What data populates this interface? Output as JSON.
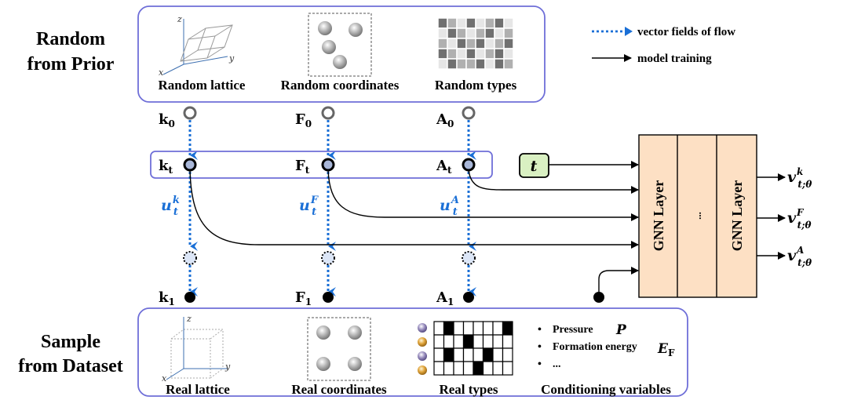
{
  "prior": {
    "title_line1": "Random",
    "title_line2": "from Prior",
    "captions": [
      "Random lattice",
      "Random coordinates",
      "Random types"
    ]
  },
  "dataset": {
    "title_line1": "Sample",
    "title_line2": "from Dataset",
    "captions": [
      "Real lattice",
      "Real coordinates",
      "Real types",
      "Conditioning variables"
    ]
  },
  "legend": {
    "flow": "vector fields of flow",
    "training": "model training"
  },
  "nodes": {
    "k0": {
      "base": "k",
      "sub": "0"
    },
    "F0": {
      "base": "F",
      "sub": "0"
    },
    "A0": {
      "base": "A",
      "sub": "0"
    },
    "kt": {
      "base": "k",
      "sub": "t"
    },
    "Ft": {
      "base": "F",
      "sub": "t"
    },
    "At": {
      "base": "A",
      "sub": "t"
    },
    "k1": {
      "base": "k",
      "sub": "1"
    },
    "F1": {
      "base": "F",
      "sub": "1"
    },
    "A1": {
      "base": "A",
      "sub": "1"
    }
  },
  "flows": {
    "uk": {
      "base": "u",
      "sub": "t",
      "sup": "k"
    },
    "uF": {
      "base": "u",
      "sub": "t",
      "sup": "F"
    },
    "uA": {
      "base": "u",
      "sub": "t",
      "sup": "A"
    }
  },
  "time_token": "t",
  "gnn": {
    "layer_label": "GNN Layer",
    "ellipsis": "..."
  },
  "outputs": {
    "vk": {
      "base": "v",
      "sub": "t;θ",
      "sup": "k"
    },
    "vF": {
      "base": "v",
      "sub": "t;θ",
      "sup": "F"
    },
    "vA": {
      "base": "v",
      "sub": "t;θ",
      "sup": "A"
    }
  },
  "conditioning": {
    "items": [
      {
        "label": "Pressure",
        "symbol": "P",
        "symbol_sub": ""
      },
      {
        "label": "Formation energy",
        "symbol": "E",
        "symbol_sub": "F"
      },
      {
        "label": "...",
        "symbol": "",
        "symbol_sub": ""
      }
    ]
  },
  "axes": {
    "x": "x",
    "y": "y",
    "z": "z"
  },
  "colors": {
    "panel_border": "#6f6fd8",
    "flow_blue": "#1a6fd6",
    "gnn_fill": "#fde0c4",
    "t_fill": "#d9f0c2",
    "node_fill": "#a9b7d8",
    "node_dotted_fill": "#dce6f7"
  }
}
